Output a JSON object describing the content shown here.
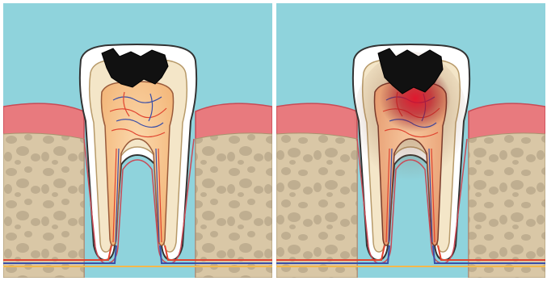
{
  "panels": [
    {
      "id": "healthy-pulp",
      "stage": "caries-into-dentin",
      "inflammation": false
    },
    {
      "id": "inflamed-pulp",
      "stage": "caries-reaching-pulp",
      "inflammation": true
    }
  ],
  "colors": {
    "background": "#ffffff",
    "sky": "#8fd3dc",
    "gum": "#e87a7e",
    "gum_edge": "#c94a55",
    "bone": "#d9c7a6",
    "bone_spots": "#bfae90",
    "enamel": "#ffffff",
    "dentin": "#f4e6c8",
    "pulp": "#f6c28a",
    "cavity": "#111111",
    "outline": "#333333",
    "artery": "#e0432f",
    "vein": "#3b4fa8",
    "nerve": "#f5b84a",
    "inflammation": "#c0102a"
  }
}
